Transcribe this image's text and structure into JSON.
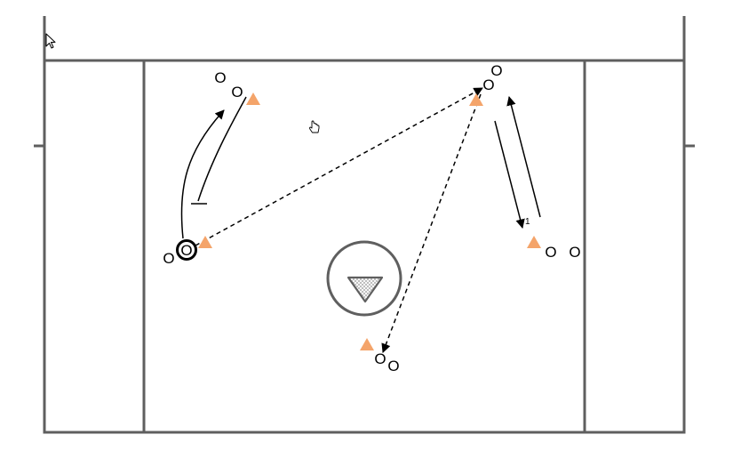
{
  "field": {
    "line_color": "#5f5f5f",
    "cone_color": "#f4a46a"
  },
  "players": [
    {
      "label": "O"
    },
    {
      "label": "O"
    },
    {
      "label": "O"
    },
    {
      "label": "O"
    },
    {
      "label": "O"
    },
    {
      "label": "O"
    },
    {
      "label": "O"
    },
    {
      "label": "O"
    },
    {
      "label": "O"
    }
  ],
  "ball_carrier": {
    "label": "O"
  },
  "cones": 5,
  "annotations": {
    "run_number": "1"
  },
  "icons": {
    "cursor": "pointer-arrow-icon",
    "hand": "hand-cursor-icon",
    "goal": "goal-net-icon"
  }
}
